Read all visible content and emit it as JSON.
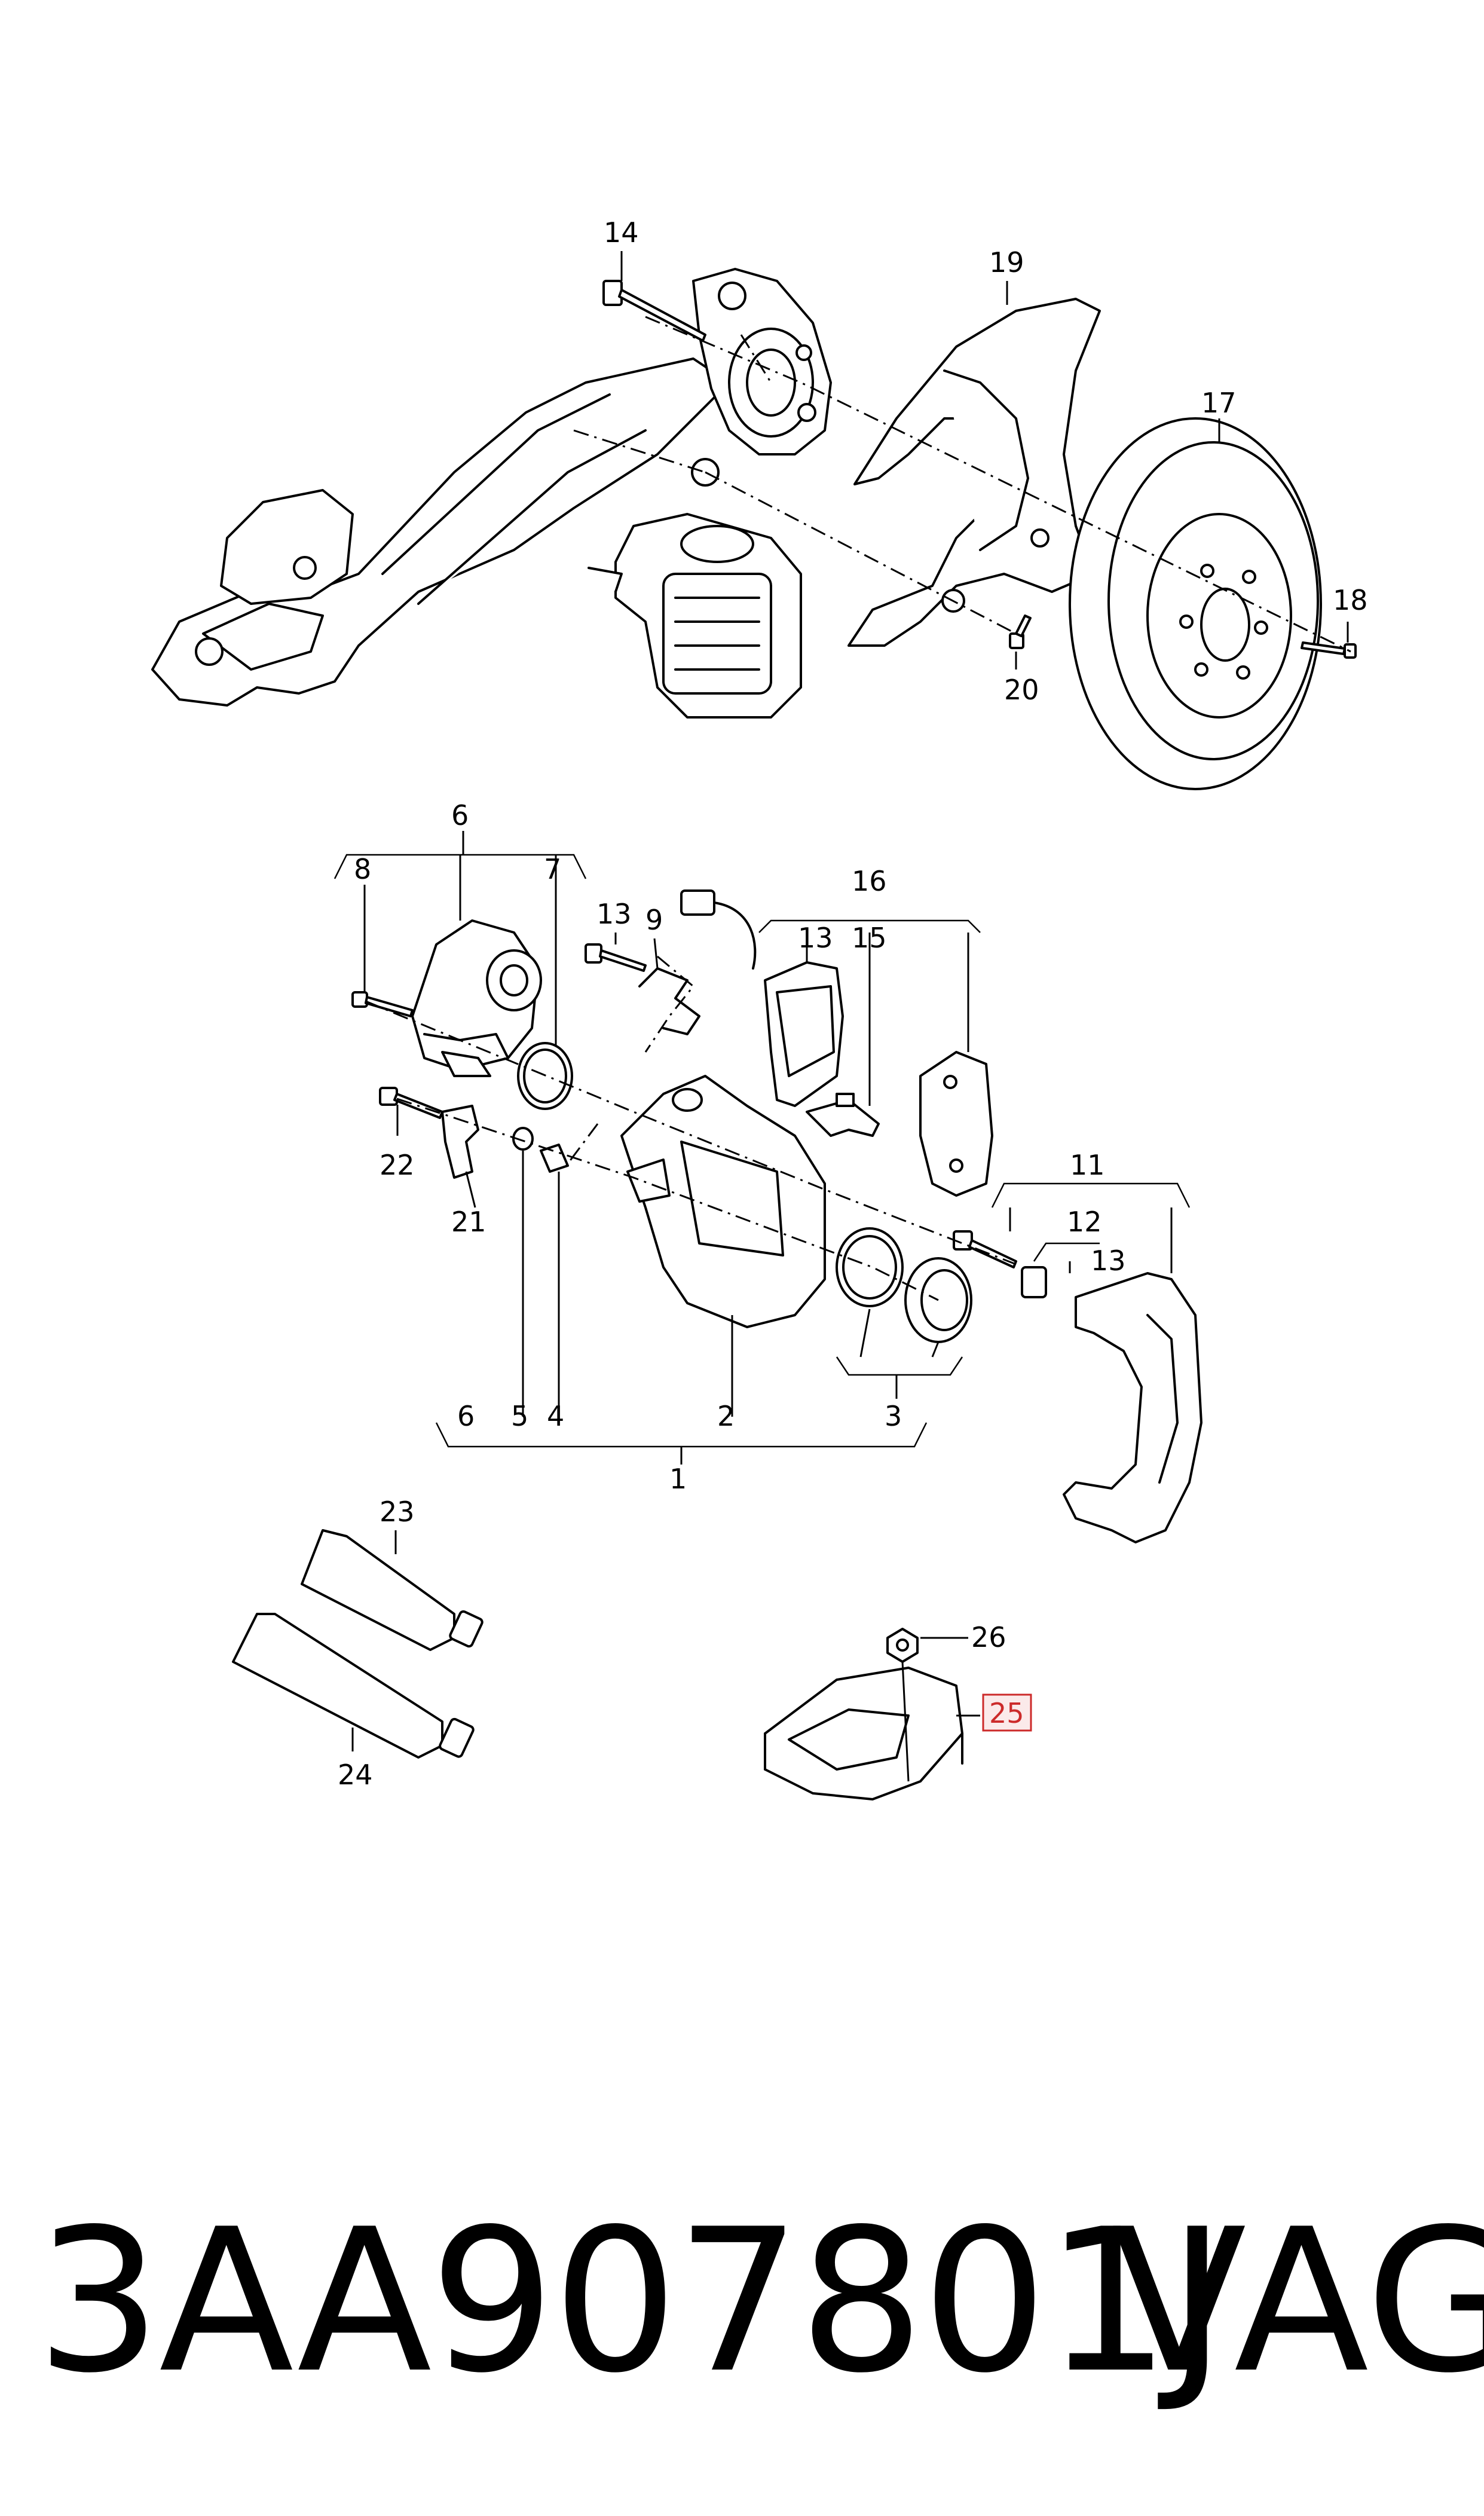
{
  "callouts": {
    "c1": "1",
    "c2": "2",
    "c3": "3",
    "c4": "4",
    "c5": "5",
    "c6a": "6",
    "c6b": "6",
    "c7": "7",
    "c8": "8",
    "c9": "9",
    "c11": "11",
    "c12": "12",
    "c13a": "13",
    "c13b": "13",
    "c13c": "13",
    "c14": "14",
    "c15": "15",
    "c16": "16",
    "c17": "17",
    "c18": "18",
    "c19": "19",
    "c20": "20",
    "c21": "21",
    "c22": "22",
    "c23": "23",
    "c24": "24",
    "c25": "25",
    "c26": "26"
  },
  "highlight_color": "#cc2a2a",
  "part_number": "3AA907801J",
  "brand": "VAG"
}
